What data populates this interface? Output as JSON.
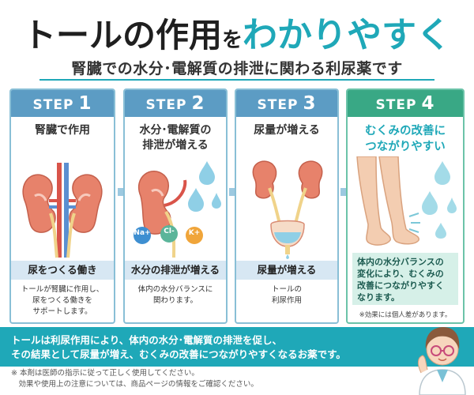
{
  "header": {
    "title_part1": "トールの作用",
    "title_part2": "を",
    "title_part3": "わかりやすく",
    "subtitle": "腎臓での水分･電解質の排泄に関わる利尿薬です"
  },
  "steps": [
    {
      "step_label": "STEP",
      "step_num": "1",
      "title": "腎臓で作用",
      "band": "尿をつくる働き",
      "desc_lines": [
        "トールが腎臓に作用し、",
        "尿をつくる働きを",
        "サポートします。"
      ]
    },
    {
      "step_label": "STEP",
      "step_num": "2",
      "title_lines": [
        "水分･電解質の",
        "排泄が増える"
      ],
      "ions": [
        "Na+",
        "Cl-",
        "K+"
      ],
      "band": "水分の排泄が増える",
      "desc_lines": [
        "体内の水分バランスに",
        "関わります。"
      ]
    },
    {
      "step_label": "STEP",
      "step_num": "3",
      "title": "尿量が増える",
      "band": "尿量が増える",
      "desc_lines": [
        "トールの",
        "利尿作用"
      ]
    },
    {
      "step_label": "STEP",
      "step_num": "4",
      "title_lines": [
        "むくみの改善に",
        "つながりやすい"
      ],
      "box_lines": [
        "体内の水分バランスの",
        "変化により、むくみの",
        "改善につながりやすく",
        "なります。"
      ],
      "note": "※効果には個人差があります。"
    }
  ],
  "bottom": {
    "line1": "トールは利尿作用により、体内の水分･電解質の排泄を促し、",
    "line2": "その結果として尿量が増え、むくみの改善につながりやすくなるお薬です。"
  },
  "footnotes": [
    "※ 本剤は医師の指示に従って正しく使用してください。",
    "　効果や使用上の注意については、商品ページの情報をご確認ください。"
  ],
  "colors": {
    "accent": "#1fa8b8",
    "step_blue": "#5c9cc4",
    "step_green": "#39a885",
    "band_blue": "#d7e7f3",
    "box_green": "#d6f0e8"
  }
}
